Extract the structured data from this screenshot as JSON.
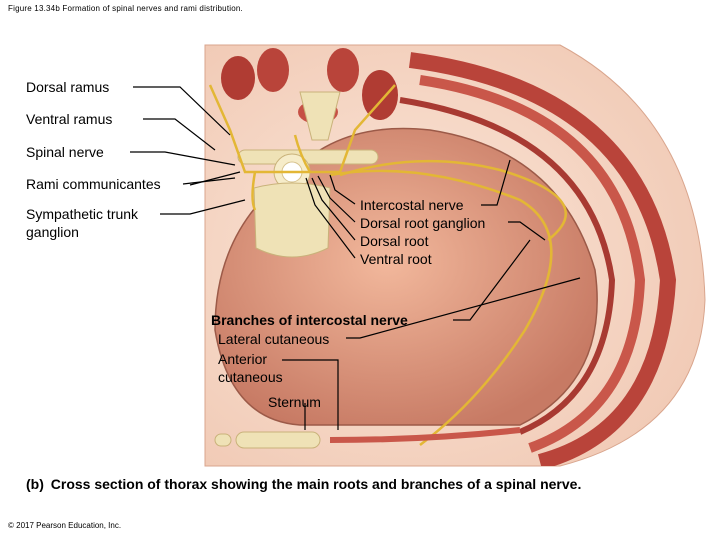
{
  "figure_title": "Figure 13.34b Formation of spinal nerves and rami distribution.",
  "labels": {
    "dorsal_ramus": "Dorsal ramus",
    "ventral_ramus": "Ventral ramus",
    "spinal_nerve": "Spinal nerve",
    "rami_communicantes": "Rami communicantes",
    "sympathetic_trunk_ganglion": "Sympathetic trunk ganglion",
    "intercostal_nerve": "Intercostal nerve",
    "dorsal_root_ganglion": "Dorsal root ganglion",
    "dorsal_root": "Dorsal root",
    "ventral_root": "Ventral root",
    "branches_of_intercostal_nerve": "Branches of intercostal nerve",
    "lateral_cutaneous": "Lateral cutaneous",
    "anterior_cutaneous": "Anterior cutaneous",
    "sternum": "Sternum"
  },
  "caption": {
    "tag": "(b)",
    "text": "Cross section of thorax showing the main roots and branches of a spinal nerve."
  },
  "copyright": "© 2017 Pearson Education, Inc.",
  "colors": {
    "body_fill": "#e8a487",
    "muscle": "#b9443a",
    "nerve": "#e3b735",
    "bone": "#efe2b6",
    "leader_line": "#000000"
  }
}
